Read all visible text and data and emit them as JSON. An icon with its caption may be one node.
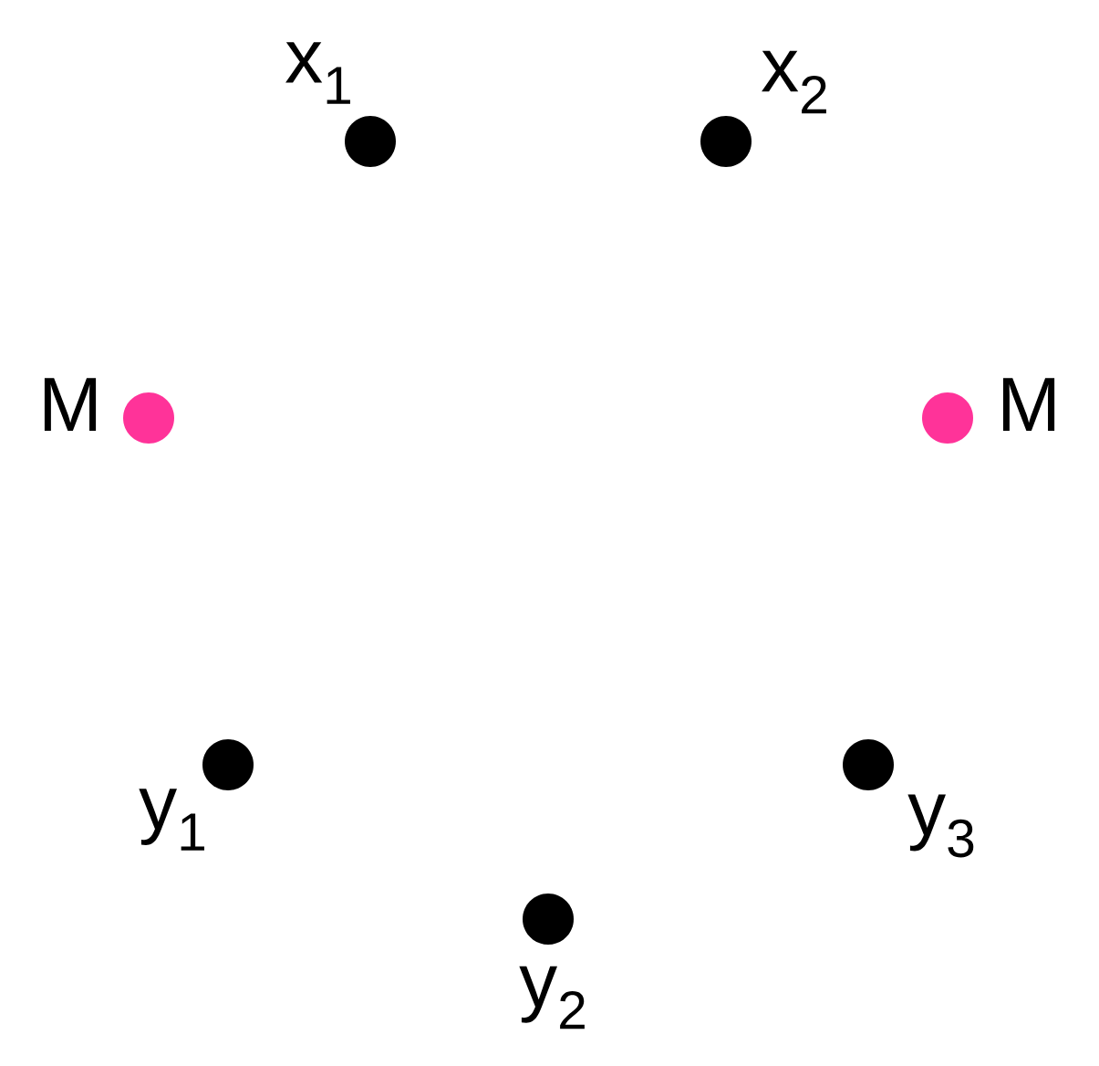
{
  "diagram": {
    "nodes": [
      {
        "text": [],
        "shape": "circle",
        "beside": [
          "x$_{1}$"
        ]
      },
      {
        "text": [],
        "shape": "circle",
        "beside": [
          "x$_{2}$"
        ]
      },
      {
        "text": [],
        "shape": "circle",
        "beside": [
          "M"
        ]
      },
      {
        "text": [],
        "shape": "circle",
        "beside": [
          "M"
        ]
      },
      {
        "text": [],
        "shape": "circle",
        "beside": [
          "y$_{1}$"
        ]
      },
      {
        "text": [],
        "shape": "circle",
        "beside": [
          "y$_{3}$"
        ]
      },
      {
        "text": [],
        "shape": "circle",
        "beside": [
          "y$_{2}$"
        ]
      }
    ],
    "edges": []
  }
}
